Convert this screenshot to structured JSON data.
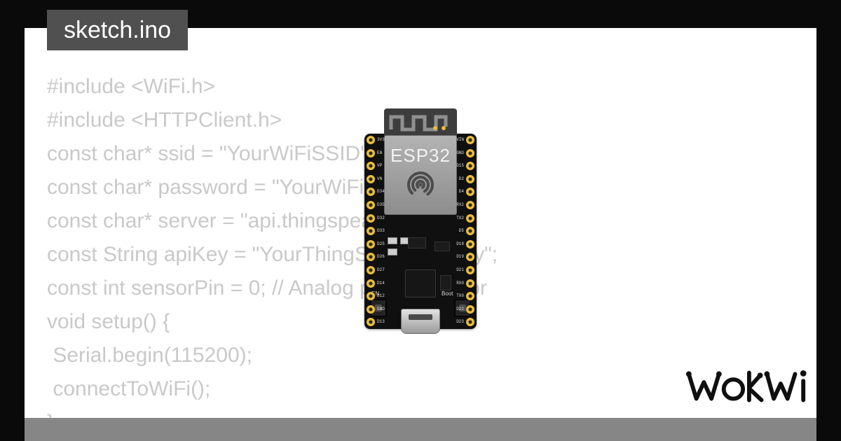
{
  "frame": {
    "background": "#0a0a0a",
    "content_background": "#ffffff",
    "bottom_bar_color": "#868686"
  },
  "tab": {
    "filename": "sketch.ino",
    "background": "#505050",
    "text_color": "#ffffff"
  },
  "code": {
    "text_color": "#c9c9c9",
    "lines": [
      "#include <WiFi.h>",
      "#include <HTTPClient.h>",
      "const char* ssid = \"YourWiFiSSID\";",
      "const char* password = \"YourWiFiPassword\";",
      "const char* server = \"api.thingspeak.com\";",
      "const String apiKey = \"YourThingSpeakAPIKey\";",
      "const int sensorPin = 0; // Analog pin for sensor",
      "void setup() {",
      " Serial.begin(115200);",
      " connectToWiFi();",
      "}"
    ]
  },
  "board": {
    "chip_label": "ESP32",
    "en_button_label": "EN",
    "boot_button_label": "Boot",
    "pcb_color": "#101010",
    "pin_color": "#e9bc3e",
    "left_pins": [
      "3V3",
      "EN",
      "VP",
      "VN",
      "D34",
      "D35",
      "D32",
      "D33",
      "D25",
      "D26",
      "D27",
      "D14",
      "D12",
      "GND",
      "D13"
    ],
    "right_pins": [
      "VIN",
      "GND",
      "D15",
      "D2",
      "D4",
      "RX2",
      "TX2",
      "D5",
      "D18",
      "D19",
      "D21",
      "RX0",
      "TX0",
      "D22",
      "D23"
    ]
  },
  "logo": {
    "text": "WOKWI",
    "color": "#101010"
  }
}
